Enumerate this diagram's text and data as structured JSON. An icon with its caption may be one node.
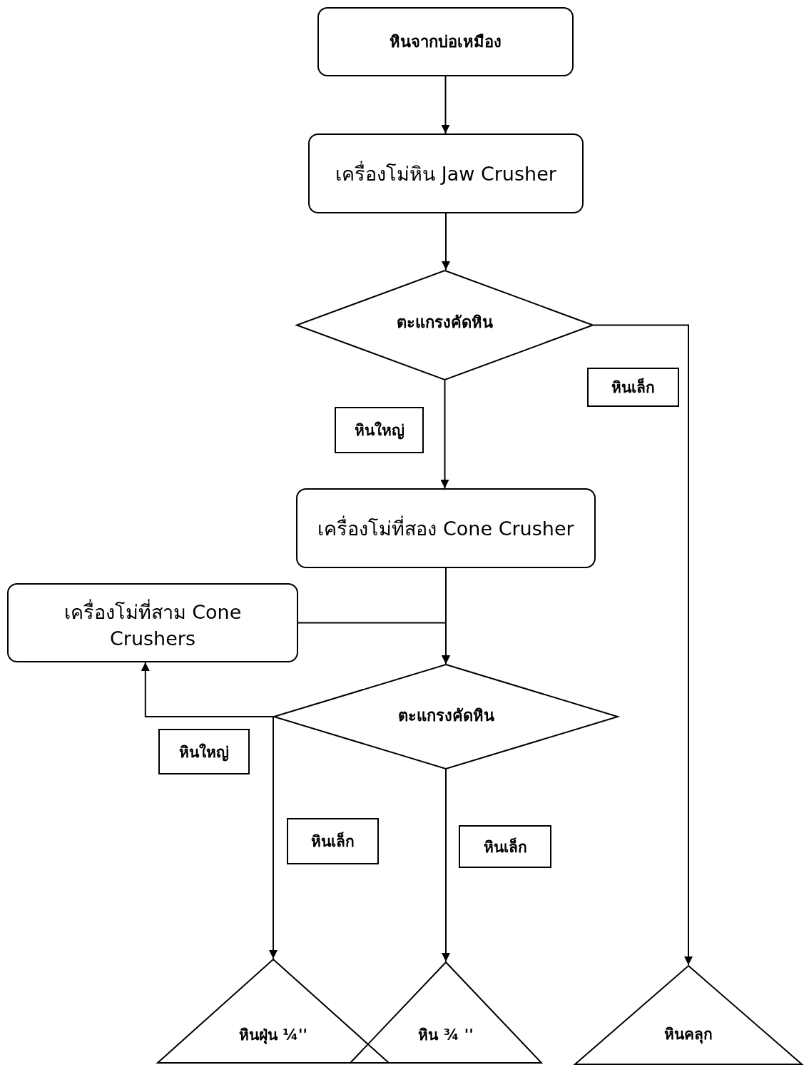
{
  "diagram": {
    "nodes": [
      {
        "text": [
          "หินจากบ่อเหมือง"
        ]
      },
      {
        "text": [
          "เครื่องโม่หิน Jaw Crusher"
        ]
      },
      {
        "text": [
          "ตะแกรงคัดหิน"
        ]
      },
      {
        "text": [
          "เครื่องโม่ที่สอง Cone Crusher"
        ]
      },
      {
        "text": [
          "เครื่องโม่ที่สาม Cone Crushers"
        ]
      },
      {
        "text": [
          "ตะแกรงคัดหิน"
        ]
      },
      {
        "text": [
          "หินฝุ่น ¼''"
        ]
      },
      {
        "text": [
          "หิน ¾ ''"
        ]
      },
      {
        "text": [
          "หินคลุก"
        ]
      }
    ],
    "edges": [
      {
        "from": 0,
        "to": 1,
        "arrow": "to"
      },
      {
        "from": 1,
        "to": 2,
        "arrow": "to"
      },
      {
        "from": 2,
        "to": 3,
        "arrow": "to",
        "label": "หินใหญ่"
      },
      {
        "from": 2,
        "to": 8,
        "arrow": "to",
        "label": "หินเล็ก"
      },
      {
        "from": 3,
        "to": 5,
        "arrow": "to"
      },
      {
        "from": 4,
        "to": 5,
        "arrow": "to"
      },
      {
        "from": 5,
        "to": 4,
        "arrow": "to",
        "label": "หินใหญ่"
      },
      {
        "from": 5,
        "to": 6,
        "arrow": "to",
        "label": "หินเล็ก"
      },
      {
        "from": 5,
        "to": 7,
        "arrow": "to",
        "label": "หินเล็ก"
      }
    ]
  }
}
